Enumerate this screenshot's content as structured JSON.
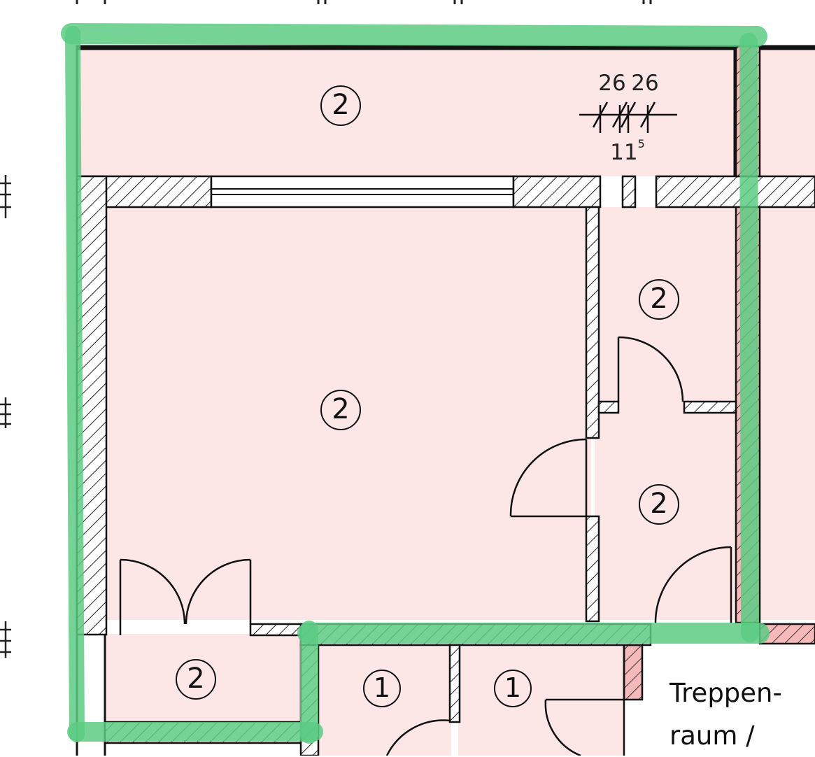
{
  "plan": {
    "room_markers": [
      {
        "id": "upper-room",
        "value": "2"
      },
      {
        "id": "main-room",
        "value": "2"
      },
      {
        "id": "right-room-upper",
        "value": "2"
      },
      {
        "id": "right-room-lower",
        "value": "2"
      },
      {
        "id": "lower-left-room",
        "value": "2"
      },
      {
        "id": "lower-room-a",
        "value": "1"
      },
      {
        "id": "lower-room-b",
        "value": "1"
      }
    ],
    "dimension_top_left": "26",
    "dimension_top_right": "26",
    "dimension_bottom_main": "11",
    "dimension_bottom_sup": "5",
    "stair_label_line1": "Treppen-",
    "stair_label_line2": "raum /"
  },
  "colors": {
    "room_fill": "#fde6e6",
    "highlight_green": "#5ccb82",
    "wall_hatch_pink": "#f0a0a0",
    "wall_line": "#111111"
  }
}
